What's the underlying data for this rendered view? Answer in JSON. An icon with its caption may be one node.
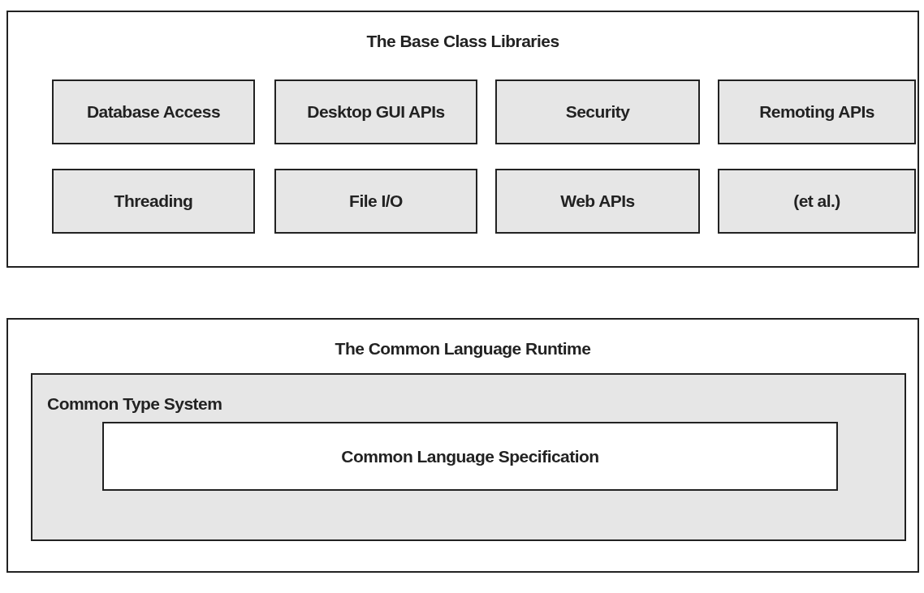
{
  "diagram": {
    "nodes": [
      {
        "text": [
          "The Base Class Libraries"
        ]
      },
      {
        "text": [
          "Database Access"
        ],
        "in": 0
      },
      {
        "text": [
          "Desktop GUI APIs"
        ],
        "in": 0
      },
      {
        "text": [
          "Security"
        ],
        "in": 0
      },
      {
        "text": [
          "Remoting APIs"
        ],
        "in": 0
      },
      {
        "text": [
          "Threading"
        ],
        "in": 0
      },
      {
        "text": [
          "File I/O"
        ],
        "in": 0
      },
      {
        "text": [
          "Web APIs"
        ],
        "in": 0
      },
      {
        "text": [
          "(et al.)"
        ],
        "in": 0
      },
      {
        "text": [
          "The Common Language Runtime"
        ]
      },
      {
        "text": [
          "Common Type System"
        ],
        "in": 9
      },
      {
        "text": [
          "Common Language Specification"
        ],
        "in": 10
      }
    ]
  }
}
